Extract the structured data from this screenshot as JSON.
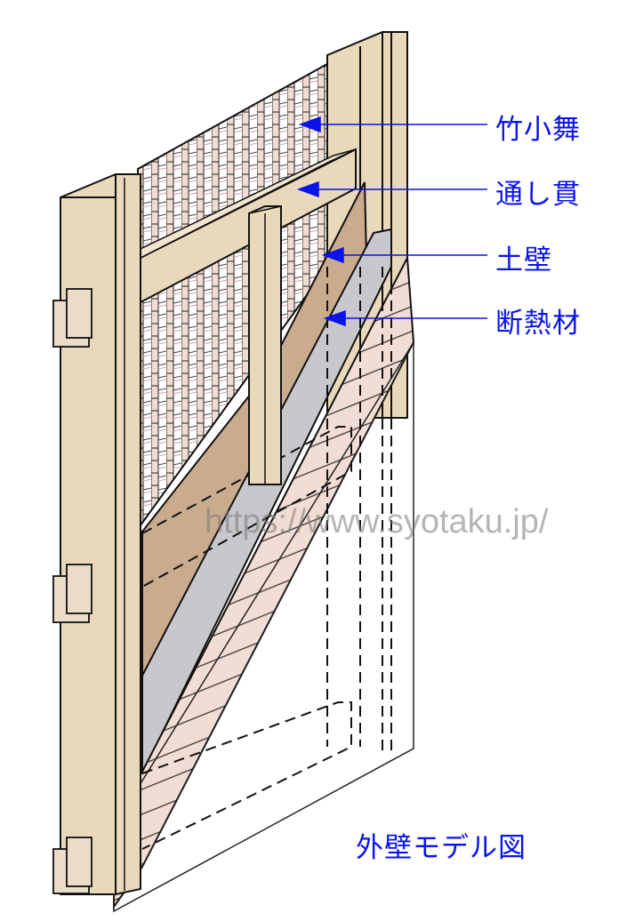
{
  "labels": {
    "bamboo_lath": "竹小舞",
    "through_beam": "通し貫",
    "mud_wall": "土壁",
    "insulation": "断熱材"
  },
  "caption": "外壁モデル図",
  "watermark": "https://www.syotaku.jp/",
  "colors": {
    "label": "#0a14e6",
    "wood": "#ead8bb",
    "mud": "#c9ab8e",
    "insulation": "#c8c8cc",
    "siding": "#f2ddd4"
  }
}
